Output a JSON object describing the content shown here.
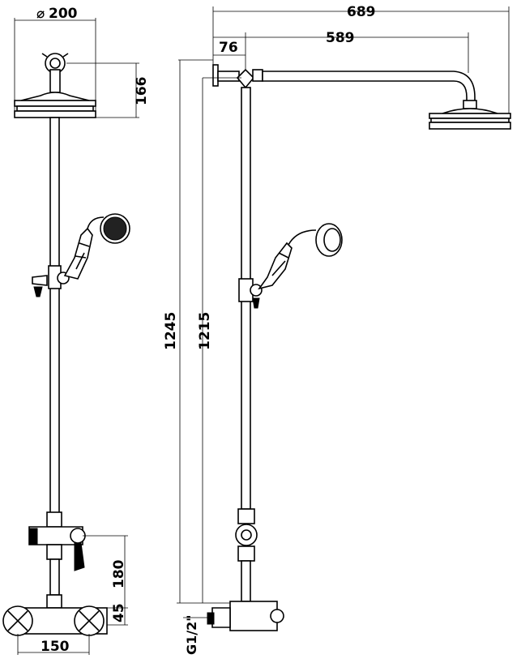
{
  "dimensions": {
    "head_diameter": "200",
    "head_height": "166",
    "overall_projection": "689",
    "arm_length": "589",
    "wall_offset": "76",
    "overall_height": "1245",
    "riser_height": "1215",
    "valve_to_riser": "180",
    "valve_height": "45",
    "centres": "150",
    "inlet_thread": "G1/2\""
  }
}
